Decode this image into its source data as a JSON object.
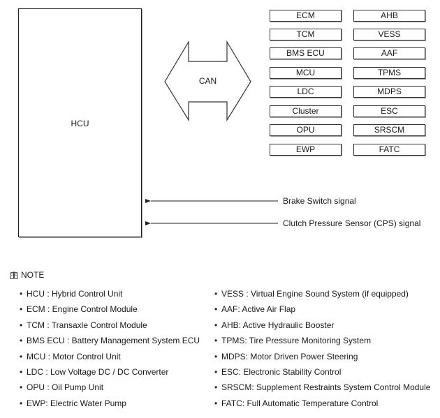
{
  "hcu": {
    "label": "HCU"
  },
  "can": {
    "label": "CAN"
  },
  "modules_left": [
    "ECM",
    "TCM",
    "BMS ECU",
    "MCU",
    "LDC",
    "Cluster",
    "OPU",
    "EWP"
  ],
  "modules_right": [
    "AHB",
    "VESS",
    "AAF",
    "TPMS",
    "MDPS",
    "ESC",
    "SRSCM",
    "FATC"
  ],
  "signals": {
    "brake": "Brake Switch signal",
    "clutch": "Clutch Pressure Sensor (CPS) signal"
  },
  "note": {
    "title": "NOTE",
    "icon": "book-icon",
    "left_items": [
      "HCU : Hybrid Control Unit",
      "ECM : Engine Control Module",
      "TCM : Transaxle Control Module",
      "BMS ECU : Battery Management System ECU",
      "MCU : Motor Control Unit",
      "LDC : Low Voltage DC / DC Converter",
      "OPU : Oil Pump Unit",
      "EWP: Electric Water Pump"
    ],
    "right_items": [
      "VESS : Virtual Engine Sound System (if equipped)",
      "AAF: Active Air Flap",
      "AHB: Active Hydraulic Booster",
      "TPMS: Tire Pressure Monitoring System",
      "MDPS: Motor Driven Power Steering",
      "ESC: Electronic Stability Control",
      "SRSCM: Supplement Restraints System Control Module",
      "FATC: Full Automatic Temperature Control"
    ]
  }
}
